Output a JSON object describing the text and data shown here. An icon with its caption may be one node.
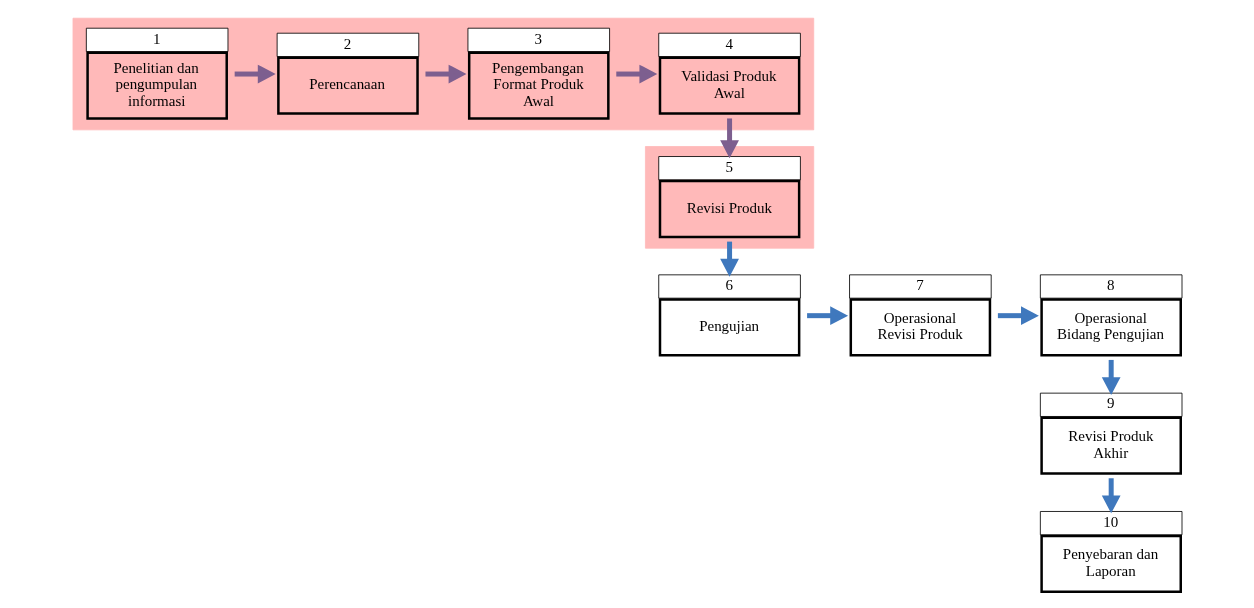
{
  "diagram": {
    "nodes": [
      {
        "text": [],
        "shape": "box"
      },
      {
        "text": [
          "1",
          "Penelitian dan pengumpulan informasi"
        ],
        "in": 0
      },
      {
        "text": [
          "2",
          "Perencanaan"
        ],
        "in": 0
      },
      {
        "text": [
          "3",
          "Pengembangan Format Produk Awal"
        ],
        "in": 0
      },
      {
        "text": [
          "4",
          "Validasi Produk Awal"
        ],
        "in": 0
      },
      {
        "text": [],
        "shape": "box"
      },
      {
        "text": [
          "5",
          "Revisi Produk"
        ],
        "in": 5
      },
      {
        "text": [
          "6",
          "Pengujian"
        ]
      },
      {
        "text": [
          "7",
          "Operasional Revisi Produk"
        ]
      },
      {
        "text": [
          "8",
          "Operasional Bidang Pengujian"
        ]
      },
      {
        "text": [
          "9",
          "Revisi Produk Akhir"
        ]
      },
      {
        "text": [
          "10",
          "Penyebaran dan Laporan"
        ]
      }
    ],
    "edges": [
      {
        "from": 1,
        "to": 2,
        "arrow": "to",
        "color": "#7d5f8f"
      },
      {
        "from": 2,
        "to": 3,
        "arrow": "to",
        "color": "#7d5f8f"
      },
      {
        "from": 3,
        "to": 4,
        "arrow": "to",
        "color": "#7d5f8f"
      },
      {
        "from": 4,
        "to": 6,
        "arrow": "to",
        "color": "#7d5f8f"
      },
      {
        "from": 6,
        "to": 7,
        "arrow": "to"
      },
      {
        "from": 7,
        "to": 8,
        "arrow": "to"
      },
      {
        "from": 8,
        "to": 9,
        "arrow": "to"
      },
      {
        "from": 9,
        "to": 10,
        "arrow": "to"
      },
      {
        "from": 10,
        "to": 11,
        "arrow": "to"
      }
    ]
  }
}
